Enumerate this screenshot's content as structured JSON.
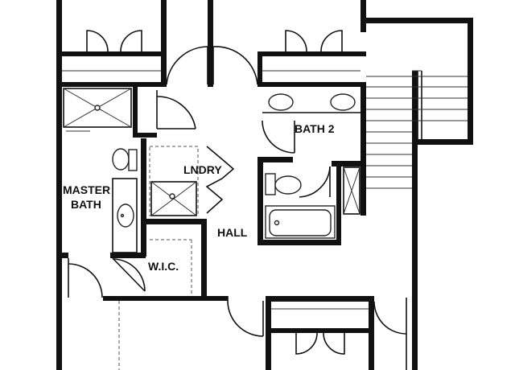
{
  "rooms": {
    "master_bath_line1": "MASTER",
    "master_bath_line2": "BATH",
    "bath2": "BATH 2",
    "laundry": "LNDRY",
    "hall": "HALL",
    "wic": "W.I.C."
  },
  "colors": {
    "wall": "#111111",
    "background": "#ffffff"
  }
}
